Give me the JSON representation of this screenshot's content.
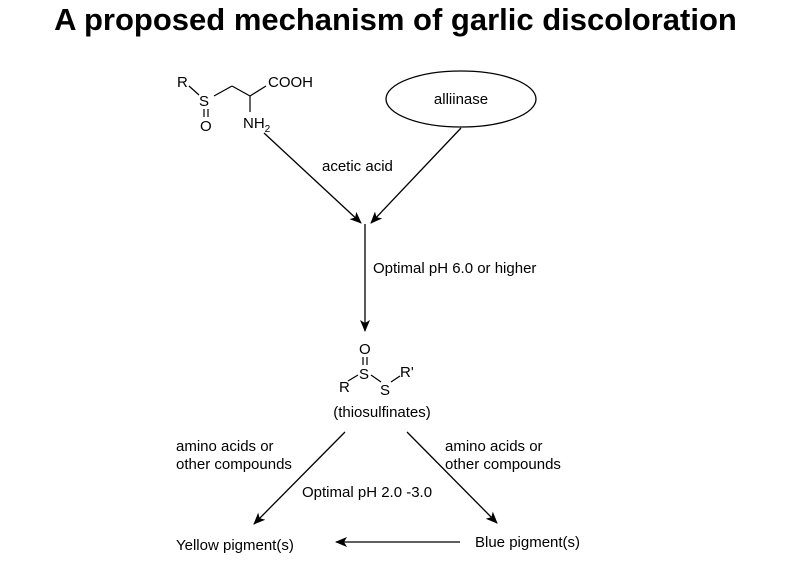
{
  "title": "A proposed mechanism of garlic discoloration",
  "substrate": {
    "r_group": "R",
    "sulfur": "S",
    "oxygen": "O",
    "carboxyl": "COOH",
    "amine": "NH",
    "amine_subscript": "2"
  },
  "enzyme": {
    "label": "alliinase"
  },
  "conditions": {
    "acid": "acetic acid",
    "ph_high": "Optimal pH 6.0 or higher",
    "ph_low": "Optimal pH 2.0 -3.0"
  },
  "thiosulfinate": {
    "oxygen": "O",
    "sulfur_1": "S",
    "sulfur_2": "S",
    "r_group": "R",
    "r_prime": "R'",
    "name": "(thiosulfinates)"
  },
  "left_branch": {
    "line1": "amino acids or",
    "line2": "other compounds"
  },
  "right_branch": {
    "line1": "amino acids or",
    "line2": "other compounds"
  },
  "products": {
    "yellow": "Yellow pigment(s)",
    "blue": "Blue pigment(s)"
  },
  "colors": {
    "ink": "#000000",
    "background": "#ffffff"
  }
}
